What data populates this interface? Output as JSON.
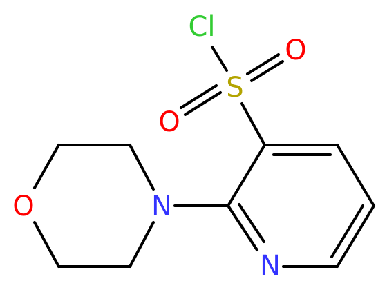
{
  "molecule": {
    "atoms": [
      {
        "id": "cl",
        "symbol": "Cl",
        "color": "#33cc33"
      },
      {
        "id": "s",
        "symbol": "S",
        "color": "#b3a400"
      },
      {
        "id": "o1",
        "symbol": "O",
        "color": "#ff0000"
      },
      {
        "id": "o2",
        "symbol": "O",
        "color": "#ff0000"
      },
      {
        "id": "n_morph",
        "symbol": "N",
        "color": "#3333ff"
      },
      {
        "id": "o_morph",
        "symbol": "O",
        "color": "#ff0000"
      },
      {
        "id": "n_pyr",
        "symbol": "N",
        "color": "#3333ff"
      }
    ],
    "bond_color": "#000000",
    "background": "#ffffff"
  }
}
